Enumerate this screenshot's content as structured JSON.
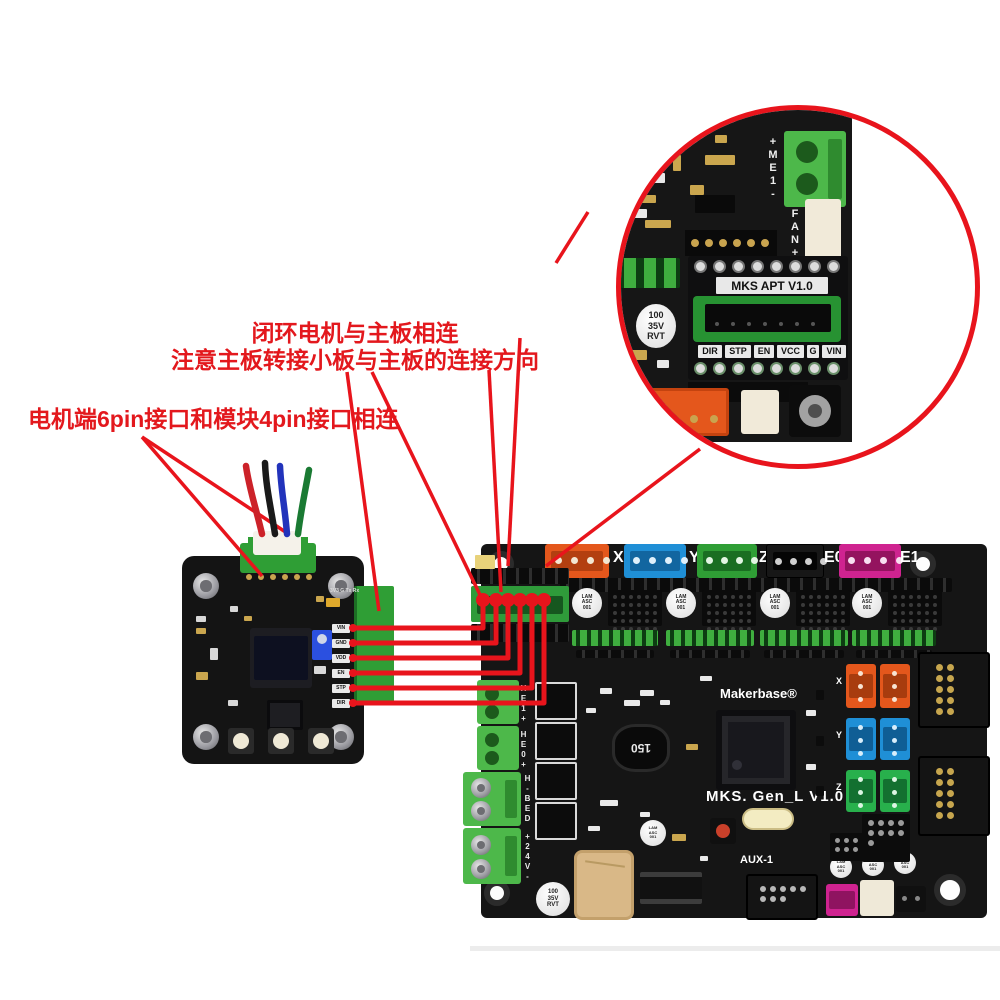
{
  "annotations": {
    "top_note_line1": "闭环电机与主板相连",
    "top_note_line2": "注意主板转接小板与主板的连接方向",
    "left_note": "电机端6pin接口和模块4pin接口相连",
    "annotation_red": "#e3181d"
  },
  "magnifier_inset": {
    "adapter_label": "MKS APT V1.0",
    "adapter_pins": [
      "DIR",
      "STP",
      "EN",
      "VCC",
      "G",
      "VIN"
    ],
    "capacitor_text": "100 35V RVT",
    "me1_label": "+ME1-",
    "fan_label": "FAN+"
  },
  "driver_module": {
    "pin_labels": [
      "VIN",
      "GND",
      "VDD",
      "EN",
      "STP",
      "DIR"
    ],
    "uart_label": "3V3 G Tx Rx"
  },
  "motherboard": {
    "brand": "Makerbase®",
    "model": "MKS. Gen_L V1.0",
    "aux1_label": "AUX-1",
    "axis_connector_labels": [
      "X",
      "Y",
      "Z",
      "E0",
      "E1"
    ],
    "endstop_labels": [
      "X",
      "Y",
      "Z"
    ],
    "he1_label": "HE1+",
    "he0_label": "HE0+",
    "hbed_label": "H-BED",
    "power_label": "+24V-",
    "inductor_label": "150",
    "capacitor_text": "LAM ASC 001",
    "small_cap_text": "100 35V RVT"
  },
  "colors": {
    "annotation_red": "#e3181d",
    "pcb_black": "#151515",
    "connector_orange": "#e4571c",
    "connector_blue": "#1f8fd6",
    "connector_green": "#2f9e35",
    "connector_magenta": "#cf2390",
    "cream": "#f1ead9",
    "gold": "#c9a44f"
  }
}
